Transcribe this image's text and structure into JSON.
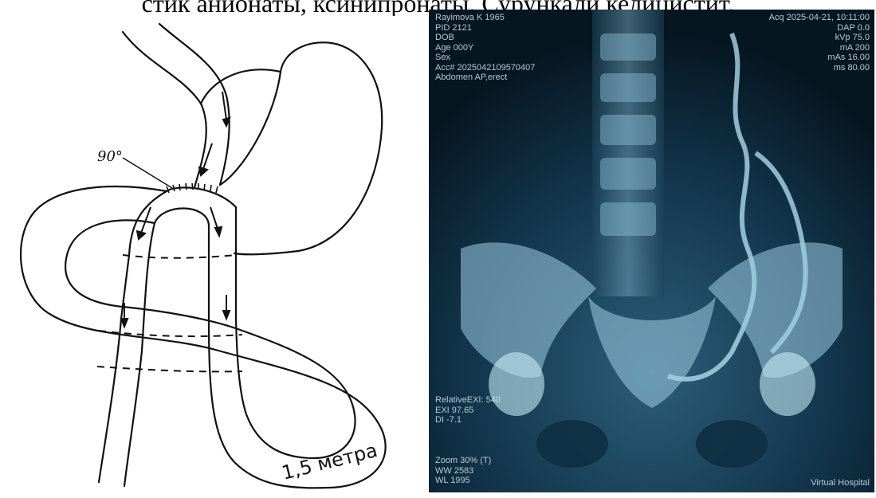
{
  "caption": "стик анионаты, ксинипронаты. Сурункали келицистит.",
  "sketch": {
    "angle_label": "90°",
    "length_label": "1,5 метра"
  },
  "xray": {
    "top_left": [
      "Rayimova K 1965",
      "PID 2121",
      "DOB",
      "Age 000Y",
      "Sex",
      "Acc# 2025042109570407",
      "Abdomen AP,erect"
    ],
    "top_right": [
      "Acq 2025-04-21, 10:11:00",
      "DAP 0.0",
      "kVp 75.0",
      "mA 200",
      "mAs 16.00",
      "ms 80.00"
    ],
    "bottom_left_exposure": [
      "RelativeEXI: 540",
      "EXI 97.65",
      "DI -7.1"
    ],
    "bottom_left_view": [
      "Zoom 30% (T)",
      "WW 2583",
      "WL 1995"
    ],
    "bottom_right": "Virtual Hospital"
  }
}
